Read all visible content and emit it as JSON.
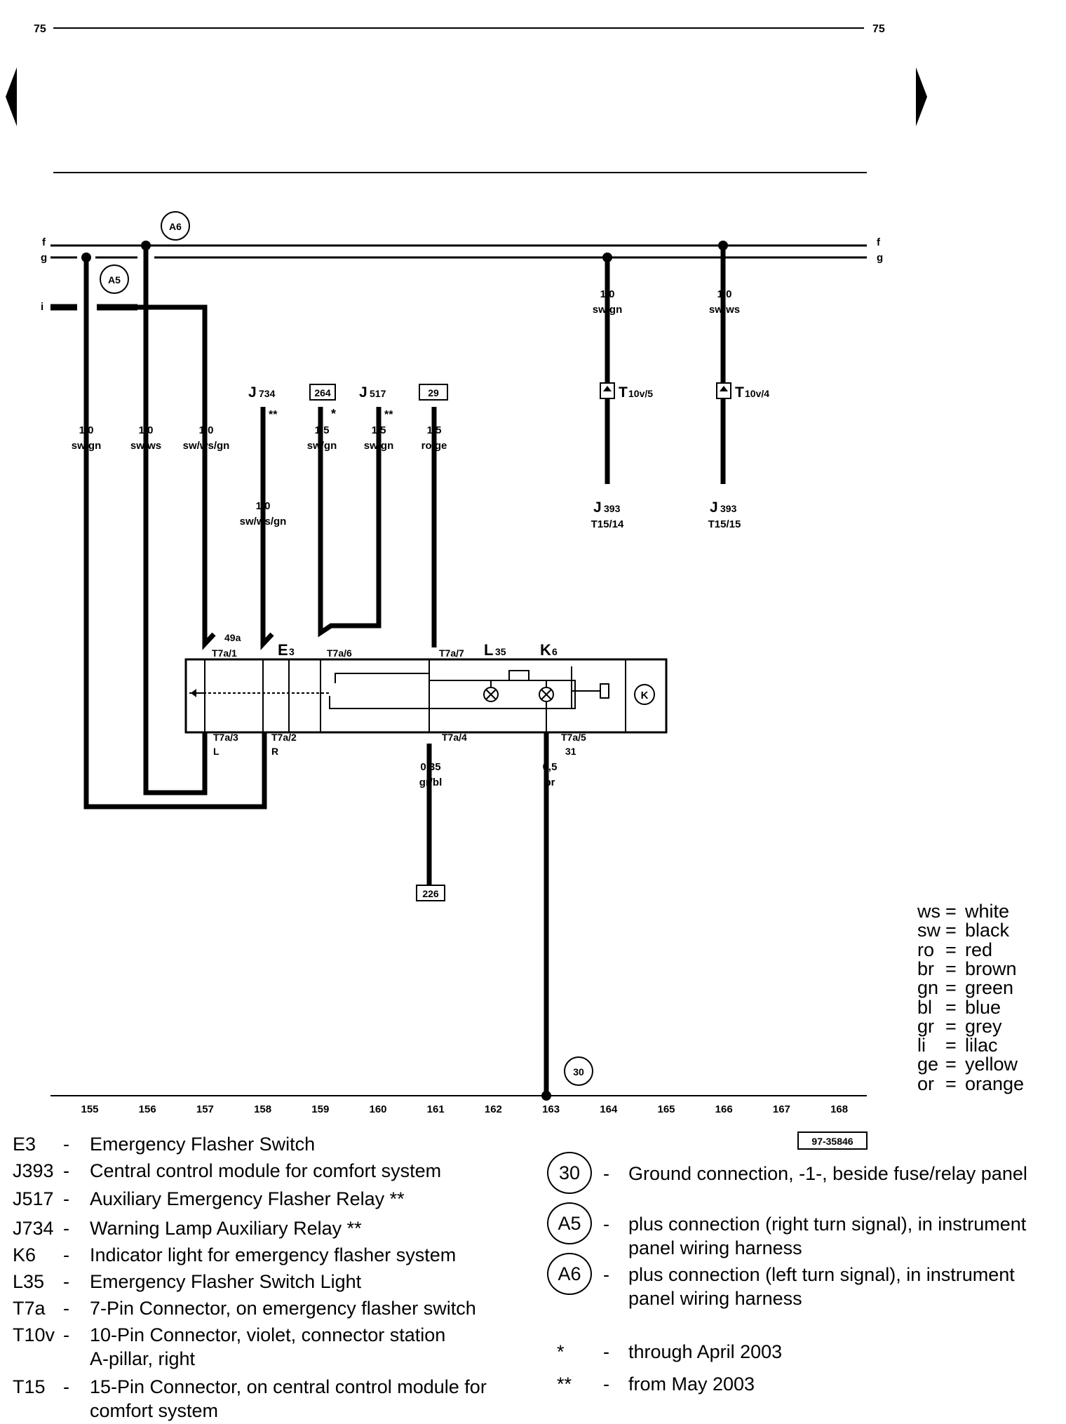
{
  "page": {
    "number_left": "75",
    "number_right": "75",
    "figure_id": "97-35846"
  },
  "nav": {
    "prev_arrow": "previous-page",
    "next_arrow": "next-page"
  },
  "buses": {
    "f": "f",
    "g": "g",
    "i": "i"
  },
  "circle_labels": {
    "a6": "A6",
    "a5": "A5",
    "g30": "30"
  },
  "wires": {
    "w155": {
      "size": "1,0",
      "color": "sw/gn"
    },
    "w156": {
      "size": "1,0",
      "color": "sw/ws"
    },
    "w157": {
      "size": "1,0",
      "color": "sw/ws/gn"
    },
    "w158": {
      "size": "1,0",
      "color": "sw/ws/gn"
    },
    "w159": {
      "size": "1,5",
      "color": "sw/gn"
    },
    "w160": {
      "size": "1,5",
      "color": "sw/gn"
    },
    "w161": {
      "size": "1,5",
      "color": "ro/ge"
    },
    "w164": {
      "size": "1,0",
      "color": "sw/gn"
    },
    "w166": {
      "size": "1,0",
      "color": "sw/ws"
    },
    "w161b": {
      "size": "0,35",
      "color": "gr/bl"
    },
    "w163": {
      "size": "0,5",
      "color": "br"
    }
  },
  "components": {
    "j734": {
      "name": "J",
      "sub": "734",
      "mark": "**"
    },
    "ref264": {
      "text": "264",
      "mark": "*"
    },
    "j517": {
      "name": "J",
      "sub": "517",
      "mark": "**"
    },
    "ref29": {
      "text": "29"
    },
    "ref226": {
      "text": "226"
    },
    "e3": {
      "name": "E",
      "sub": "3"
    },
    "l35": {
      "name": "L",
      "sub": "35"
    },
    "k6": {
      "name": "K",
      "sub": "6"
    },
    "k_symbol": "K",
    "t10v5": {
      "name": "T",
      "sub": "10v/5"
    },
    "t10v4": {
      "name": "T",
      "sub": "10v/4"
    },
    "j393a": {
      "name": "J",
      "sub": "393",
      "pin": "T15/14"
    },
    "j393b": {
      "name": "J",
      "sub": "393",
      "pin": "T15/15"
    }
  },
  "pins": {
    "p1": "T7a/1",
    "p49a": "49a",
    "p6": "T7a/6",
    "p7": "T7a/7",
    "p3": "T7a/3",
    "p3sig": "L",
    "p2": "T7a/2",
    "p2sig": "R",
    "p4": "T7a/4",
    "p5": "T7a/5",
    "p5sig": "31"
  },
  "tracks": [
    "155",
    "156",
    "157",
    "158",
    "159",
    "160",
    "161",
    "162",
    "163",
    "164",
    "165",
    "166",
    "167",
    "168"
  ],
  "color_key": [
    {
      "abbr": "ws",
      "name": "white"
    },
    {
      "abbr": "sw",
      "name": "black"
    },
    {
      "abbr": "ro",
      "name": "red"
    },
    {
      "abbr": "br",
      "name": "brown"
    },
    {
      "abbr": "gn",
      "name": "green"
    },
    {
      "abbr": "bl",
      "name": "blue"
    },
    {
      "abbr": "gr",
      "name": "grey"
    },
    {
      "abbr": "li",
      "name": "lilac"
    },
    {
      "abbr": "ge",
      "name": "yellow"
    },
    {
      "abbr": "or",
      "name": "orange"
    }
  ],
  "legend": [
    {
      "code": "E3",
      "desc": "Emergency Flasher Switch"
    },
    {
      "code": "J393",
      "desc": "Central control module for comfort system"
    },
    {
      "code": "J517",
      "desc": "Auxiliary Emergency Flasher Relay **"
    },
    {
      "code": "J734",
      "desc": "Warning Lamp Auxiliary Relay **"
    },
    {
      "code": "K6",
      "desc": "Indicator light for emergency flasher system"
    },
    {
      "code": "L35",
      "desc": "Emergency Flasher Switch Light"
    },
    {
      "code": "T7a",
      "desc": "7-Pin Connector, on emergency flasher switch"
    },
    {
      "code": "T10v",
      "desc": "10-Pin Connector, violet, connector station",
      "desc2": "A-pillar, right"
    },
    {
      "code": "T15",
      "desc": "15-Pin Connector, on central control module for",
      "desc2": "comfort system"
    }
  ],
  "connections": [
    {
      "code": "30",
      "desc": "Ground connection, -1-, beside fuse/relay panel"
    },
    {
      "code": "A5",
      "desc": "plus connection (right turn signal), in instrument",
      "desc2": "panel wiring harness"
    },
    {
      "code": "A6",
      "desc": "plus connection (left turn signal), in instrument",
      "desc2": "panel wiring harness"
    }
  ],
  "footnotes": [
    {
      "mark": "*",
      "desc": "through April 2003"
    },
    {
      "mark": "**",
      "desc": "from May 2003"
    }
  ],
  "dash": "-",
  "eq": "="
}
